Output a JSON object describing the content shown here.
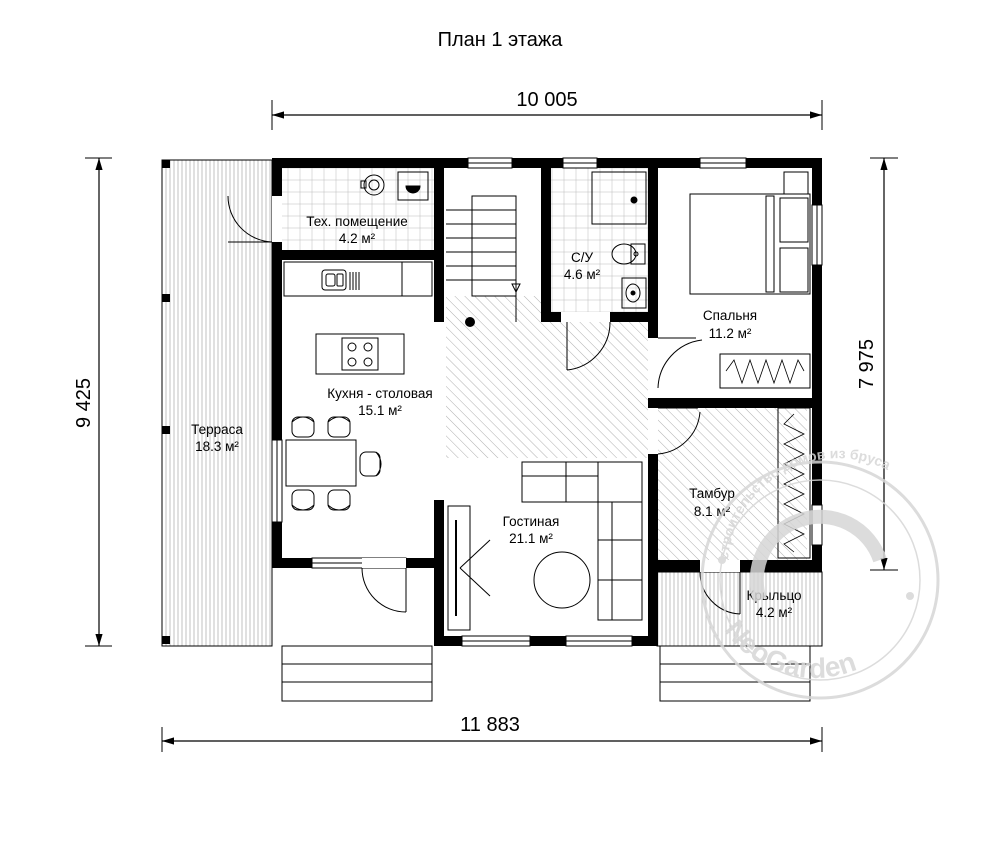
{
  "title": "План 1 этажа",
  "dimensions": {
    "top": "10 005",
    "bottom": "11 883",
    "left": "9 425",
    "right": "7 975"
  },
  "rooms": {
    "tech": {
      "name": "Тех. помещение",
      "area": "4.2 м²"
    },
    "bath": {
      "name": "С/У",
      "area": "4.6 м²"
    },
    "bedroom": {
      "name": "Спальня",
      "area": "11.2 м²"
    },
    "kitchen": {
      "name": "Кухня - столовая",
      "area": "15.1 м²"
    },
    "terrace": {
      "name": "Терраса",
      "area": "18.3 м²"
    },
    "vestibule": {
      "name": "Тамбур",
      "area": "8.1 м²"
    },
    "living": {
      "name": "Гостиная",
      "area": "21.1 м²"
    },
    "porch": {
      "name": "Крыльцо",
      "area": "4.2 м²"
    }
  },
  "watermark": {
    "brand": "NeoGarden",
    "tagline": "строительство домов из бруса"
  },
  "colors": {
    "wall": "#000000",
    "hatch": "#9a9a9a",
    "deck": "#b0b0b0",
    "grid": "#bdbdbd",
    "watermark": "#d6d6d6"
  }
}
